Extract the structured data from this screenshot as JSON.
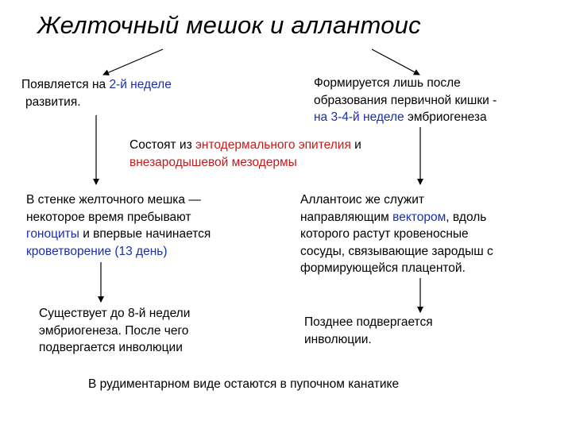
{
  "title": "Желточный мешок и аллантоис",
  "left_top": {
    "line1_pre": "Появляется на ",
    "line1_hl": "2-й неделе",
    "line2": "развития."
  },
  "right_top": {
    "line1": "Формируется лишь после",
    "line2": "образования первичной кишки -",
    "line3_hl": "на 3-4-й неделе",
    "line3_post": " эмбриогенеза"
  },
  "center": {
    "line1_pre": "Состоят из ",
    "line1_hl": "энтодермального эпителия",
    "line1_post": " и",
    "line2_hl": "внезародышевой мезодермы"
  },
  "left_mid": {
    "line1": "В стенке желточного мешка —",
    "line2": "некоторое время пребывают",
    "line3_hl": "гоноциты",
    "line3_post": " и впервые начинается",
    "line4_hl": "кроветворение (13 день)"
  },
  "right_mid": {
    "line1": "Аллантоис же служит",
    "line2_pre": "направляющим ",
    "line2_hl": "вектором",
    "line2_post": ", вдоль",
    "line3": "которого растут кровеносные",
    "line4": "сосуды, связывающие зародыш с",
    "line5": "формирующейся плацентой."
  },
  "left_bottom": {
    "line1": "Существует до 8-й недели",
    "line2": "эмбриогенеза. После чего",
    "line3": "подвергается инволюции"
  },
  "right_bottom": {
    "line1": "Позднее подвергается",
    "line2": "инволюции."
  },
  "footer": "В рудиментарном виде остаются в пупочном канатике",
  "colors": {
    "highlight_blue": "#1a2fa8",
    "highlight_red": "#c41a1a",
    "arrow": "#000000"
  }
}
